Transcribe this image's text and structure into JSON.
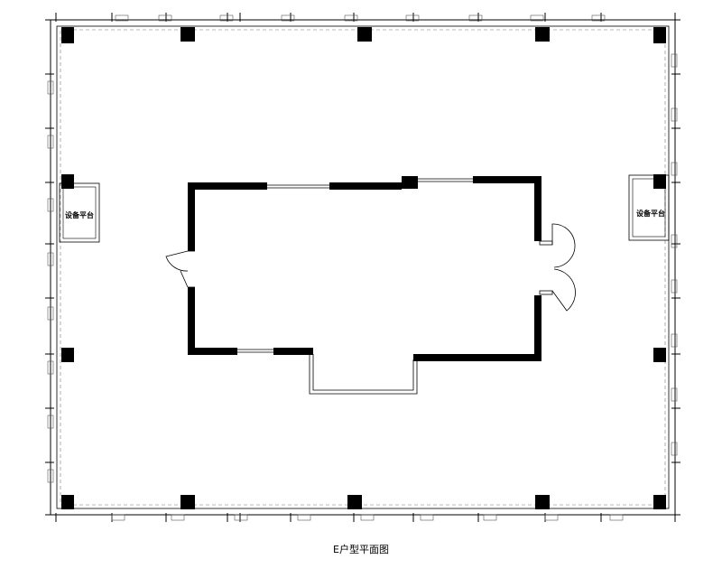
{
  "plan": {
    "caption": "E户型平面图",
    "equipment_platform_left": "设备平台",
    "equipment_platform_right": "设备平台"
  },
  "colors": {
    "wall": "#000000",
    "line": "#000000",
    "hatch": "#555555",
    "background": "#ffffff"
  }
}
